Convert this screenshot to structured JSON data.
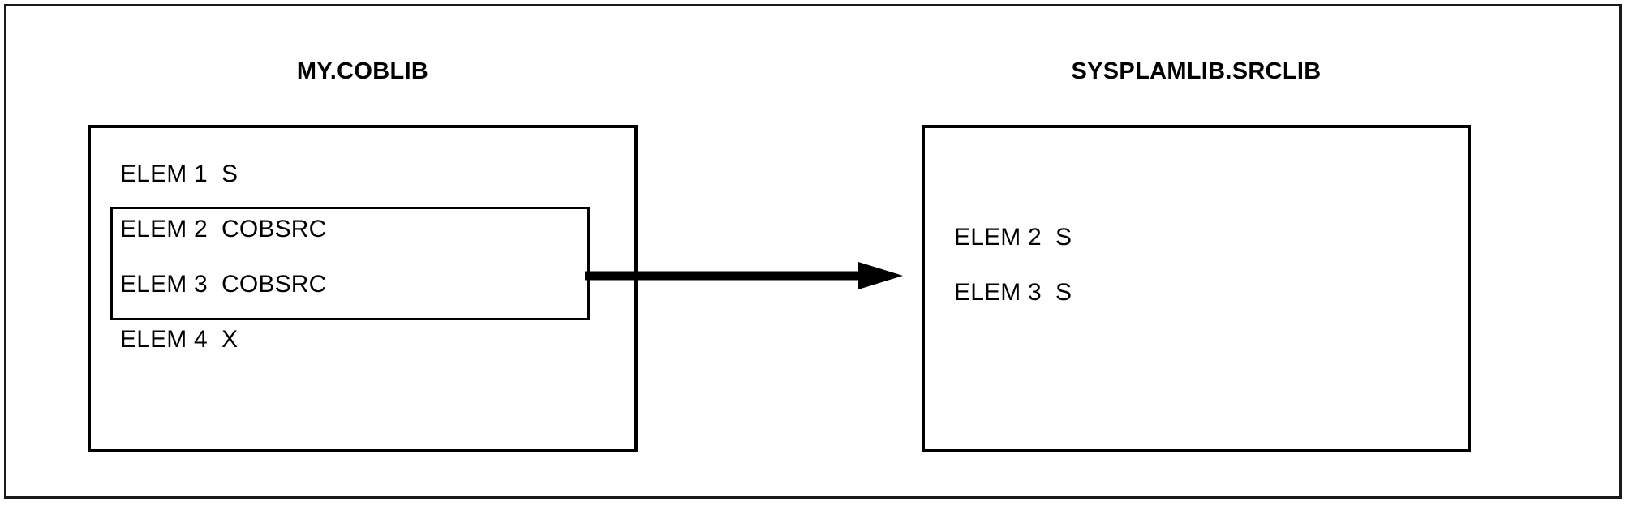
{
  "diagram": {
    "title": "",
    "frame": {
      "border_color": "#1a1a1a"
    },
    "source_library": {
      "name": "MY.COBLIB",
      "elements": [
        {
          "name": "ELEM 1",
          "type": "S",
          "label": "ELEM 1  S",
          "selected": false
        },
        {
          "name": "ELEM 2",
          "type": "COBSRC",
          "label": "ELEM 2  COBSRC",
          "selected": true
        },
        {
          "name": "ELEM 3",
          "type": "COBSRC",
          "label": "ELEM 3  COBSRC",
          "selected": true
        },
        {
          "name": "ELEM 4",
          "type": "X",
          "label": "ELEM 4  X",
          "selected": false
        }
      ],
      "selection_box": {
        "first_index": 1,
        "last_index": 2
      }
    },
    "target_library": {
      "name": "SYSPLAMLIB.SRCLIB",
      "elements": [
        {
          "name": "ELEM 2",
          "type": "S",
          "label": "ELEM 2  S"
        },
        {
          "name": "ELEM 3",
          "type": "S",
          "label": "ELEM 3  S"
        }
      ]
    },
    "arrow": {
      "icon": "right-arrow-icon",
      "direction": "right",
      "color": "#000000"
    }
  }
}
